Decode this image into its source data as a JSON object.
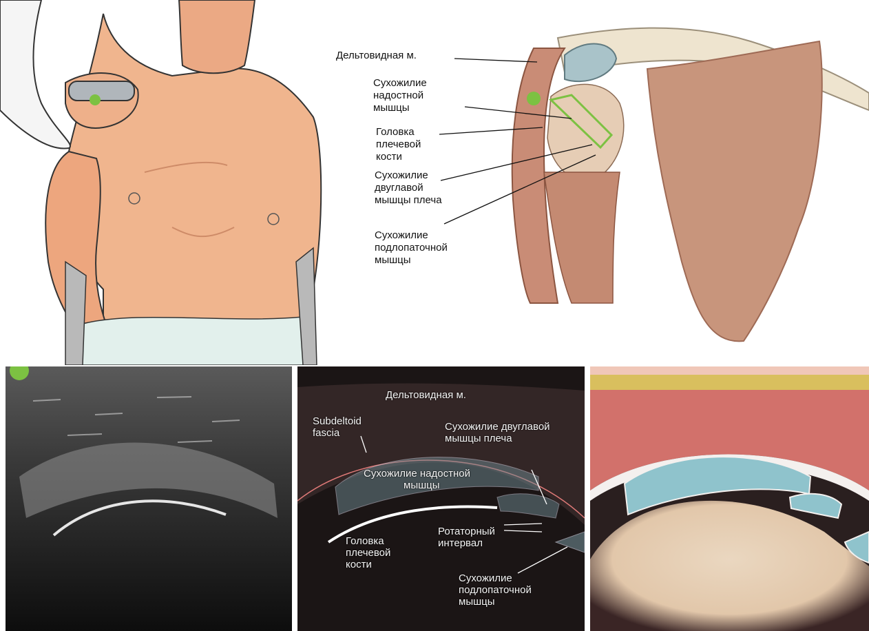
{
  "colors": {
    "marker": "#7cc142",
    "skin": "#f0b58e",
    "muscle": "#c98c76",
    "tendon": "#a9c3c9",
    "bone": "#eadfc8",
    "schematic_muscle": "#d2716b",
    "schematic_tendon": "#8fc3cc",
    "schematic_fat": "#d9bf5e"
  },
  "anatomy": {
    "deltoid": "Дельтовидная м.",
    "supraspinatus_l1": "Сухожилие",
    "supraspinatus_l2": "надостной",
    "supraspinatus_l3": "мышцы",
    "humeral_head_l1": "Головка",
    "humeral_head_l2": "плечевой",
    "humeral_head_l3": "кости",
    "biceps_l1": "Сухожилие",
    "biceps_l2": "двуглавой",
    "biceps_l3": "мышцы плеча",
    "subscapularis_l1": "Сухожилие",
    "subscapularis_l2": "подлопаточной",
    "subscapularis_l3": "мышцы"
  },
  "ultrasound": {
    "deltoid": "Дельтовидная м.",
    "fascia_l1": "Subdeltoid",
    "fascia_l2": "fascia",
    "biceps_l1": "Сухожилие двуглавой",
    "biceps_l2": "мышцы плеча",
    "supraspinatus_l1": "Сухожилие надостной",
    "supraspinatus_l2": "мышцы",
    "rotator_l1": "Ротаторный",
    "rotator_l2": "интервал",
    "humeral_l1": "Головка",
    "humeral_l2": "плечевой",
    "humeral_l3": "кости",
    "subscap_l1": "Сухожилие",
    "subscap_l2": "подлопаточной",
    "subscap_l3": "мышцы"
  }
}
